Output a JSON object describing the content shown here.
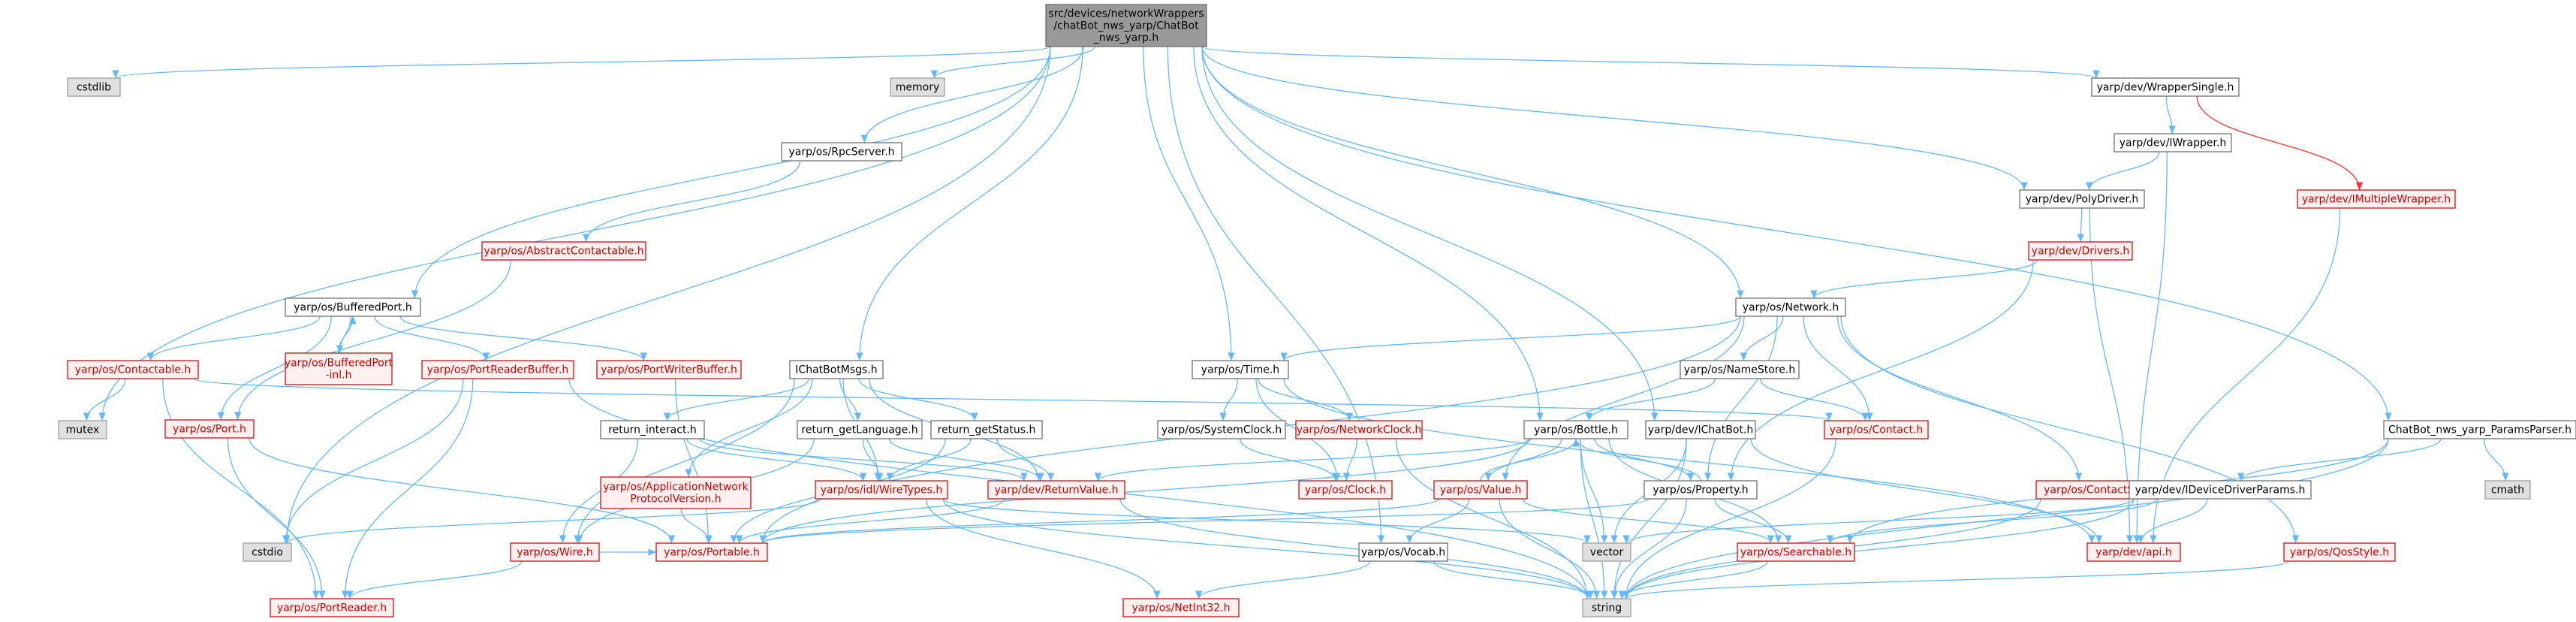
{
  "colors": {
    "normal_fill": "#ffffff",
    "normal_border": "#666666",
    "root_fill": "#999999",
    "root_border": "#666666",
    "external_fill": "#e0e0e0",
    "external_border": "#999999",
    "truncated_fill": "#fff0f0",
    "truncated_border": "#cc0000",
    "edge": "#63b8ff",
    "edge_highlight": "#ff3030",
    "red_text": "#cc0000"
  },
  "nodes": [
    {
      "id": "root",
      "lines": [
        "src/devices/networkWrappers",
        "/chatBot_nws_yarp/ChatBot",
        "_nws_yarp.h"
      ],
      "kind": "root"
    },
    {
      "id": "cstdlib",
      "lines": [
        "cstdlib"
      ],
      "kind": "external"
    },
    {
      "id": "memory",
      "lines": [
        "memory"
      ],
      "kind": "external"
    },
    {
      "id": "mutex",
      "lines": [
        "mutex"
      ],
      "kind": "external"
    },
    {
      "id": "cstdio",
      "lines": [
        "cstdio"
      ],
      "kind": "external"
    },
    {
      "id": "cmath",
      "lines": [
        "cmath"
      ],
      "kind": "external"
    },
    {
      "id": "vector",
      "lines": [
        "vector"
      ],
      "kind": "external"
    },
    {
      "id": "string",
      "lines": [
        "string"
      ],
      "kind": "external"
    },
    {
      "id": "rpcserver",
      "lines": [
        "yarp/os/RpcServer.h"
      ],
      "kind": "normal"
    },
    {
      "id": "abstractcontactable",
      "lines": [
        "yarp/os/AbstractContactable.h"
      ],
      "kind": "truncated"
    },
    {
      "id": "bufferedport",
      "lines": [
        "yarp/os/BufferedPort.h"
      ],
      "kind": "normal"
    },
    {
      "id": "contactable",
      "lines": [
        "yarp/os/Contactable.h"
      ],
      "kind": "truncated"
    },
    {
      "id": "bufferedportinl",
      "lines": [
        "yarp/os/BufferedPort",
        "-inl.h"
      ],
      "kind": "truncated"
    },
    {
      "id": "portreaderbuffer",
      "lines": [
        "yarp/os/PortReaderBuffer.h"
      ],
      "kind": "truncated"
    },
    {
      "id": "portwriterbuffer",
      "lines": [
        "yarp/os/PortWriterBuffer.h"
      ],
      "kind": "truncated"
    },
    {
      "id": "port",
      "lines": [
        "yarp/os/Port.h"
      ],
      "kind": "truncated"
    },
    {
      "id": "portreader",
      "lines": [
        "yarp/os/PortReader.h"
      ],
      "kind": "truncated"
    },
    {
      "id": "ichatbotmsgs",
      "lines": [
        "IChatBotMsgs.h"
      ],
      "kind": "normal"
    },
    {
      "id": "returninteract",
      "lines": [
        "return_interact.h"
      ],
      "kind": "normal"
    },
    {
      "id": "returngetlanguage",
      "lines": [
        "return_getLanguage.h"
      ],
      "kind": "normal"
    },
    {
      "id": "returngetstatus",
      "lines": [
        "return_getStatus.h"
      ],
      "kind": "normal"
    },
    {
      "id": "appnetproto",
      "lines": [
        "yarp/os/ApplicationNetwork",
        "ProtocolVersion.h"
      ],
      "kind": "truncated"
    },
    {
      "id": "wiretypes",
      "lines": [
        "yarp/os/idl/WireTypes.h"
      ],
      "kind": "truncated"
    },
    {
      "id": "wire",
      "lines": [
        "yarp/os/Wire.h"
      ],
      "kind": "truncated"
    },
    {
      "id": "portable",
      "lines": [
        "yarp/os/Portable.h"
      ],
      "kind": "truncated"
    },
    {
      "id": "returnvalue",
      "lines": [
        "yarp/dev/ReturnValue.h"
      ],
      "kind": "truncated"
    },
    {
      "id": "netint32",
      "lines": [
        "yarp/os/NetInt32.h"
      ],
      "kind": "truncated"
    },
    {
      "id": "time",
      "lines": [
        "yarp/os/Time.h"
      ],
      "kind": "normal"
    },
    {
      "id": "systemclock",
      "lines": [
        "yarp/os/SystemClock.h"
      ],
      "kind": "normal"
    },
    {
      "id": "networkclock",
      "lines": [
        "yarp/os/NetworkClock.h"
      ],
      "kind": "truncated"
    },
    {
      "id": "clock",
      "lines": [
        "yarp/os/Clock.h"
      ],
      "kind": "truncated"
    },
    {
      "id": "bottle",
      "lines": [
        "yarp/os/Bottle.h"
      ],
      "kind": "normal"
    },
    {
      "id": "value",
      "lines": [
        "yarp/os/Value.h"
      ],
      "kind": "truncated"
    },
    {
      "id": "vocab",
      "lines": [
        "yarp/os/Vocab.h"
      ],
      "kind": "normal"
    },
    {
      "id": "property",
      "lines": [
        "yarp/os/Property.h"
      ],
      "kind": "normal"
    },
    {
      "id": "searchable",
      "lines": [
        "yarp/os/Searchable.h"
      ],
      "kind": "truncated"
    },
    {
      "id": "ichatbot",
      "lines": [
        "yarp/dev/IChatBot.h"
      ],
      "kind": "normal"
    },
    {
      "id": "network",
      "lines": [
        "yarp/os/Network.h"
      ],
      "kind": "normal"
    },
    {
      "id": "namestore",
      "lines": [
        "yarp/os/NameStore.h"
      ],
      "kind": "normal"
    },
    {
      "id": "contact",
      "lines": [
        "yarp/os/Contact.h"
      ],
      "kind": "truncated"
    },
    {
      "id": "contactstyle",
      "lines": [
        "yarp/os/ContactStyle.h"
      ],
      "kind": "truncated"
    },
    {
      "id": "qosstyle",
      "lines": [
        "yarp/os/QosStyle.h"
      ],
      "kind": "truncated"
    },
    {
      "id": "api",
      "lines": [
        "yarp/dev/api.h"
      ],
      "kind": "truncated"
    },
    {
      "id": "wrappersingle",
      "lines": [
        "yarp/dev/WrapperSingle.h"
      ],
      "kind": "normal"
    },
    {
      "id": "iwrapper",
      "lines": [
        "yarp/dev/IWrapper.h"
      ],
      "kind": "normal"
    },
    {
      "id": "imultiplewrapper",
      "lines": [
        "yarp/dev/IMultipleWrapper.h"
      ],
      "kind": "truncated"
    },
    {
      "id": "polydriver",
      "lines": [
        "yarp/dev/PolyDriver.h"
      ],
      "kind": "normal"
    },
    {
      "id": "drivers",
      "lines": [
        "yarp/dev/Drivers.h"
      ],
      "kind": "truncated"
    },
    {
      "id": "paramsparser",
      "lines": [
        "ChatBot_nws_yarp_ParamsParser.h"
      ],
      "kind": "normal"
    },
    {
      "id": "ideviceparams",
      "lines": [
        "yarp/dev/IDeviceDriverParams.h"
      ],
      "kind": "normal"
    }
  ],
  "edges": [
    [
      "root",
      "cstdlib"
    ],
    [
      "root",
      "memory"
    ],
    [
      "root",
      "mutex"
    ],
    [
      "root",
      "cstdio"
    ],
    [
      "root",
      "rpcserver"
    ],
    [
      "root",
      "bufferedport"
    ],
    [
      "root",
      "ichatbotmsgs"
    ],
    [
      "root",
      "time"
    ],
    [
      "root",
      "vocab"
    ],
    [
      "root",
      "bottle"
    ],
    [
      "root",
      "ichatbot"
    ],
    [
      "root",
      "network"
    ],
    [
      "root",
      "polydriver"
    ],
    [
      "root",
      "wrappersingle"
    ],
    [
      "root",
      "paramsparser"
    ],
    [
      "rpcserver",
      "abstractcontactable"
    ],
    [
      "abstractcontactable",
      "port"
    ],
    [
      "bufferedport",
      "contactable"
    ],
    [
      "bufferedport",
      "bufferedportinl"
    ],
    [
      "bufferedportinl",
      "bufferedport"
    ],
    [
      "bufferedport",
      "portreaderbuffer"
    ],
    [
      "bufferedport",
      "portwriterbuffer"
    ],
    [
      "bufferedport",
      "port"
    ],
    [
      "contactable",
      "mutex"
    ],
    [
      "contactable",
      "contact"
    ],
    [
      "contactable",
      "portreader"
    ],
    [
      "portreaderbuffer",
      "cstdio"
    ],
    [
      "portreaderbuffer",
      "portreader"
    ],
    [
      "portreaderbuffer",
      "string"
    ],
    [
      "portwriterbuffer",
      "portable"
    ],
    [
      "port",
      "portable"
    ],
    [
      "port",
      "portreader"
    ],
    [
      "ichatbotmsgs",
      "returninteract"
    ],
    [
      "ichatbotmsgs",
      "returngetlanguage"
    ],
    [
      "ichatbotmsgs",
      "returngetstatus"
    ],
    [
      "ichatbotmsgs",
      "appnetproto"
    ],
    [
      "ichatbotmsgs",
      "wiretypes"
    ],
    [
      "ichatbotmsgs",
      "wire"
    ],
    [
      "ichatbotmsgs",
      "returnvalue"
    ],
    [
      "returninteract",
      "wire"
    ],
    [
      "returninteract",
      "wiretypes"
    ],
    [
      "returninteract",
      "returnvalue"
    ],
    [
      "returngetlanguage",
      "wire"
    ],
    [
      "returngetlanguage",
      "wiretypes"
    ],
    [
      "returngetlanguage",
      "returnvalue"
    ],
    [
      "returngetstatus",
      "portable"
    ],
    [
      "returngetstatus",
      "wiretypes"
    ],
    [
      "returngetstatus",
      "returnvalue"
    ],
    [
      "appnetproto",
      "portable"
    ],
    [
      "wiretypes",
      "cstdio"
    ],
    [
      "wiretypes",
      "string"
    ],
    [
      "wiretypes",
      "netint32"
    ],
    [
      "wiretypes",
      "vector"
    ],
    [
      "wire",
      "portreader"
    ],
    [
      "wire",
      "portable"
    ],
    [
      "returnvalue",
      "string"
    ],
    [
      "returnvalue",
      "portable"
    ],
    [
      "time",
      "systemclock"
    ],
    [
      "time",
      "networkclock"
    ],
    [
      "time",
      "clock"
    ],
    [
      "time",
      "api"
    ],
    [
      "systemclock",
      "clock"
    ],
    [
      "networkclock",
      "clock"
    ],
    [
      "networkclock",
      "string"
    ],
    [
      "bottle",
      "value"
    ],
    [
      "bottle",
      "portable"
    ],
    [
      "bottle",
      "searchable"
    ],
    [
      "bottle",
      "string"
    ],
    [
      "bottle",
      "vector"
    ],
    [
      "bottle",
      "property"
    ],
    [
      "bottle",
      "returnvalue"
    ],
    [
      "value",
      "bottle"
    ],
    [
      "value",
      "portable"
    ],
    [
      "value",
      "searchable"
    ],
    [
      "value",
      "string"
    ],
    [
      "value",
      "vocab"
    ],
    [
      "vocab",
      "netint32"
    ],
    [
      "vocab",
      "string"
    ],
    [
      "property",
      "bottle"
    ],
    [
      "property",
      "searchable"
    ],
    [
      "property",
      "string"
    ],
    [
      "property",
      "portable"
    ],
    [
      "searchable",
      "string"
    ],
    [
      "ichatbot",
      "vector"
    ],
    [
      "ichatbot",
      "string"
    ],
    [
      "ichatbot",
      "api"
    ],
    [
      "network",
      "time"
    ],
    [
      "network",
      "namestore"
    ],
    [
      "network",
      "contact"
    ],
    [
      "network",
      "contactstyle"
    ],
    [
      "network",
      "qosstyle"
    ],
    [
      "network",
      "value"
    ],
    [
      "network",
      "property"
    ],
    [
      "network",
      "portable"
    ],
    [
      "namestore",
      "contact"
    ],
    [
      "namestore",
      "bottle"
    ],
    [
      "contact",
      "string"
    ],
    [
      "contactstyle",
      "string"
    ],
    [
      "qosstyle",
      "string"
    ],
    [
      "wrappersingle",
      "iwrapper"
    ],
    [
      "wrappersingle",
      "imultiplewrapper"
    ],
    [
      "iwrapper",
      "polydriver"
    ],
    [
      "iwrapper",
      "api"
    ],
    [
      "imultiplewrapper",
      "api"
    ],
    [
      "polydriver",
      "drivers"
    ],
    [
      "polydriver",
      "api"
    ],
    [
      "drivers",
      "network"
    ],
    [
      "drivers",
      "property"
    ],
    [
      "paramsparser",
      "ideviceparams"
    ],
    [
      "paramsparser",
      "cmath"
    ],
    [
      "paramsparser",
      "string"
    ],
    [
      "paramsparser",
      "searchable"
    ],
    [
      "ideviceparams",
      "api"
    ],
    [
      "ideviceparams",
      "searchable"
    ],
    [
      "ideviceparams",
      "string"
    ],
    [
      "ideviceparams",
      "vector"
    ]
  ]
}
